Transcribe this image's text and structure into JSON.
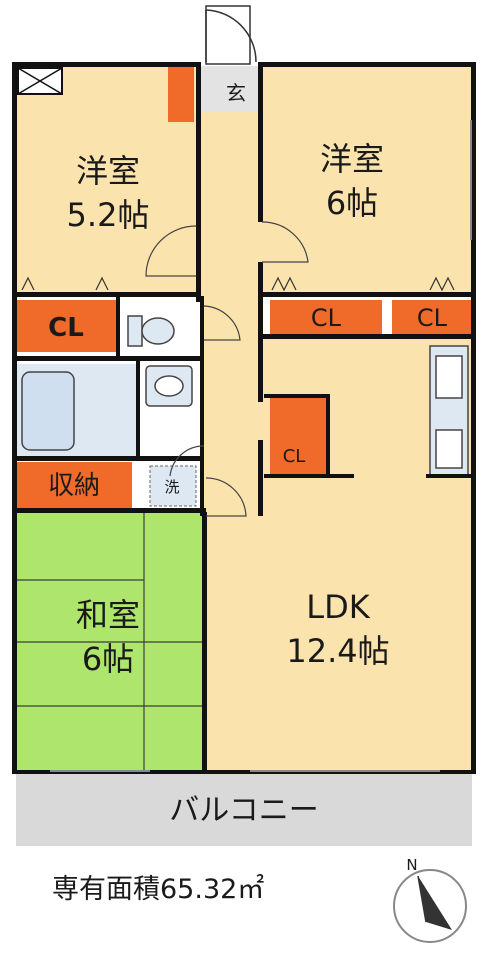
{
  "rooms": {
    "bedroom1": {
      "name": "洋室",
      "size": "5.2帖"
    },
    "bedroom2": {
      "name": "洋室",
      "size": "6帖"
    },
    "ldk": {
      "name": "LDK",
      "size": "12.4帖"
    },
    "washitsu": {
      "name": "和室",
      "size": "6帖"
    },
    "balcony": {
      "name": "バルコニー"
    },
    "entrance": {
      "name": "玄"
    },
    "storage": {
      "name": "収納"
    },
    "washer": {
      "name": "洗"
    }
  },
  "closets": {
    "cl_left": "CL",
    "cl_right1": "CL",
    "cl_right2": "CL",
    "cl_mid": "CL"
  },
  "area_text": "専有面積65.32㎡",
  "compass": {
    "label": "N"
  },
  "colors": {
    "wall": "#111111",
    "room_floor": "#fbe3ad",
    "tatami": "#aee56d",
    "closet": "#f06a2a",
    "wet_area": "#dde8f3",
    "balcony": "#d9d9d9",
    "entrance_floor": "#e3e3e3"
  }
}
